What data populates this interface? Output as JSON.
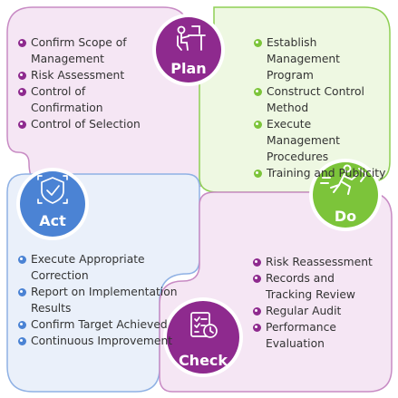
{
  "colors": {
    "plan": "#8e2a8e",
    "do": "#7cc43a",
    "act": "#4b83d4",
    "check": "#8e2a8e"
  },
  "plan": {
    "title": "Plan",
    "icon": "person-at-desk-icon",
    "items": [
      "Confirm Scope of Management",
      "Risk Assessment",
      "Control of Confirmation",
      "Control of Selection"
    ]
  },
  "do": {
    "title": "Do",
    "icon": "running-person-icon",
    "items": [
      "Establish Management Program",
      "Construct Control Method",
      "Execute Management Procedures",
      "Training and Publicity"
    ]
  },
  "act": {
    "title": "Act",
    "icon": "shield-check-icon",
    "items": [
      "Execute Appropriate Correction",
      "Report on Implementation Results",
      "Confirm Target Achieved",
      "Continuous Improvement"
    ]
  },
  "check": {
    "title": "Check",
    "icon": "checklist-clock-icon",
    "items": [
      "Risk Reassessment",
      "Records and Tracking Review",
      "Regular Audit",
      "Performance Evaluation"
    ]
  }
}
